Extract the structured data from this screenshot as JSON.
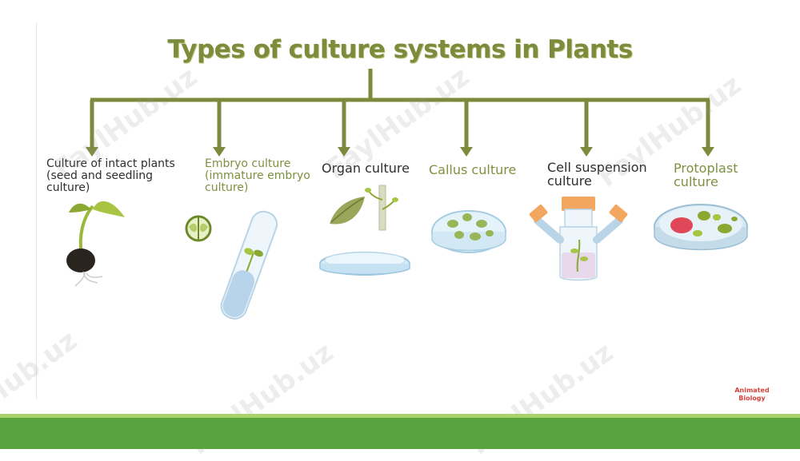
{
  "title": "Types of culture systems in Plants",
  "branches": [
    {
      "label": "Culture of intact plants\n(seed and seedling\nculture)"
    },
    {
      "label": "Embryo culture\n(immature embryo\nculture)"
    },
    {
      "label": "Organ culture"
    },
    {
      "label": "Callus culture"
    },
    {
      "label": "Cell suspension\nculture"
    },
    {
      "label": "Protoplast\nculture"
    }
  ],
  "logo_text": "Animated\nBiology",
  "watermark": "FaylHub.uz",
  "colors": {
    "tree_line": "#7d8a3c",
    "title": "#7c8c3c",
    "footer": "#58a43f",
    "footer_line": "#a9d36a"
  },
  "icons": [
    "seedling-icon",
    "seed-halves-icon",
    "test-tube-plantlet-icon",
    "leaf-icon",
    "stem-icon",
    "petri-dish-icon",
    "callus-dish-icon",
    "suspension-flask-icon",
    "protoplast-dish-icon"
  ]
}
